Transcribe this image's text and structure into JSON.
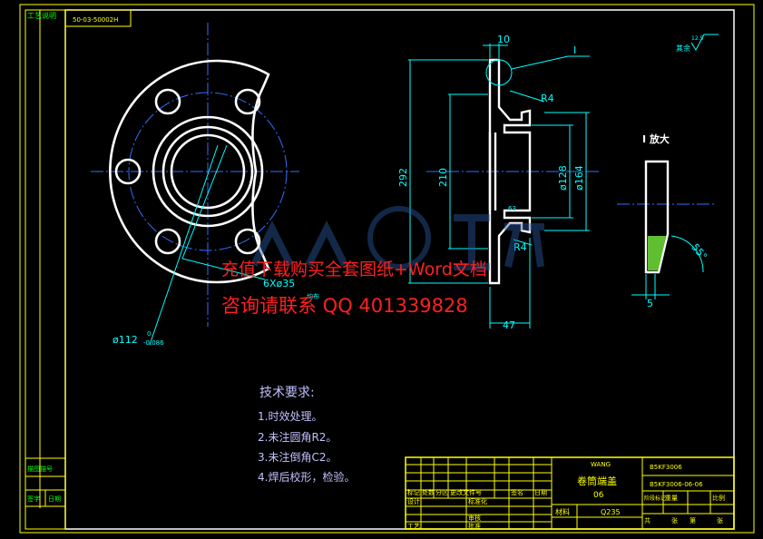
{
  "side_strip": {
    "process_label": "工艺说明",
    "layer_label": "描图描号",
    "row_label_1": "签字",
    "row_label_2": "日期"
  },
  "drawing_code": "50-03-50002H",
  "dimensions": {
    "d10": "10",
    "detail_label": "I",
    "r4_top": "R4",
    "r4_bottom": "R4",
    "h292": "292",
    "h210": "210",
    "d128": "ø128",
    "d164": "ø164",
    "w47": "47",
    "holes": "6Xø35",
    "d112": "ø112",
    "d112_tol": "0",
    "d112_tol_low": "-0.086",
    "angle": "55°",
    "w5": "5",
    "roughness": "12.5",
    "roughness_rest": "其余",
    "small_label": "63",
    "hole_sub": "均布"
  },
  "detail_title": "I 放大",
  "watermark": {
    "line1": "充值下载购买全套图纸+Word文档",
    "line2": "咨询请联系 QQ 401339828"
  },
  "tech": {
    "title": "技术要求:",
    "items": [
      "1.时效处理。",
      "2.未注圆角R2。",
      "3.未注倒角C2。",
      "4.焊后校形，检验。"
    ]
  },
  "title_block": {
    "brand": "WANG",
    "part_name": "卷筒端盖",
    "part_code": "06",
    "right_code_top": "B5KF3006",
    "right_code_mid": "B5KF3006-06-06",
    "material_label": "材料",
    "material": "Q235",
    "cells": [
      "标记",
      "处数",
      "分区",
      "更改文件号",
      "签名",
      "日期",
      "设计",
      "标准化",
      "审核",
      "工艺",
      "批准",
      "重量",
      "比例",
      "阶段标记",
      "共",
      "张",
      "第",
      "张"
    ]
  },
  "colors": {
    "frame": "#ffff00",
    "part": "#ffffff",
    "center": "#3070ff",
    "dim": "#00ffff",
    "watermark": "#ff2020",
    "hatch": "#80ff40"
  }
}
